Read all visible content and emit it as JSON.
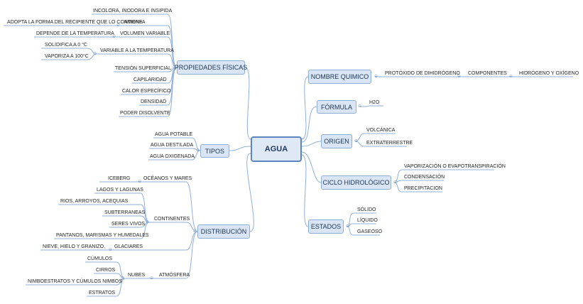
{
  "central": "AGUA",
  "propiedades": {
    "title": "PROPIEDADES FÍSICAS",
    "incolora": "INCOLORA, INODORA E INSIPIDA",
    "amorfa": "AMORFA",
    "amorfa_detalle": "ADOPTA LA FORMA DEL RECIPIENTE QUE LO CONTIENE",
    "volumen": "VOLUMEN VARIABLE",
    "volumen_detalle": "DEPENDE DE LA TEMPERATURA",
    "variable_temp": "VARIABLE A LA TEMPERATURA",
    "solidifica": "SOLIDIFICA A 0 °C",
    "vaporiza": "VAPORIZA A 100°C",
    "tension": "TENSIÓN SUPERFICIAL",
    "capilaridad": "CAPILARIDAD",
    "calor": "CALOR ESPECÍFICO",
    "densidad": "DENSIDAD",
    "poder": "PODER DISOLVENTE"
  },
  "tipos": {
    "title": "TIPOS",
    "items": [
      "AGUA POTABLE",
      "AGUA DESTILADA",
      "AGUA OXIGENADA"
    ]
  },
  "distribucion": {
    "title": "DISTRIBUCIÓN",
    "oceanos": "OCÉANOS Y MARES",
    "iceberg": "ICEBERG",
    "continentes": "CONTINENTES",
    "cont_items": [
      "LAGOS Y LAGUNAS",
      "RIOS, ARROYOS, ACEQUIAS",
      "SUBTERRANEAS",
      "SERES VIVOS",
      "PANTANOS, MARISMAS Y HUMEDALES"
    ],
    "glaciares": "GLACIARES",
    "glaciares_detalle": "NIEVE, HIELO Y GRANIZO,",
    "atmosfera": "ATMÓSFERA",
    "nubes": "NUBES",
    "nubes_items": [
      "CÚMULOS",
      "CIRROS",
      "NIMBOESTRATOS Y CÚMULOS NIMBOS",
      "ESTRATOS"
    ]
  },
  "nombre": {
    "title": "NOMBRE QUIMICO",
    "protoxido": "PROTÓXIDO DE DIHIDRÓGENO",
    "componentes": "COMPONENTES",
    "componentes_detalle": "HIDRÓGENO Y OXÍGENO"
  },
  "formula": {
    "title": "FÓRMULA",
    "valor": "H2O"
  },
  "origen": {
    "title": "ORIGEN",
    "items": [
      "VOLCÁNICA",
      "EXTRATERRESTRE"
    ]
  },
  "ciclo": {
    "title": "CICLO HIDROLÓGICO",
    "items": [
      "VAPORIZACIÓN O EVAPOTRANSPIRACIÓN",
      "CONDENSACIÓN",
      "PRECIPITACION"
    ]
  },
  "estados": {
    "title": "ESTADOS",
    "items": [
      "SÓLIDO",
      "LÍQUIDO",
      "GASEOSO"
    ]
  },
  "colors": {
    "line": "#8fb0d9",
    "topic_fill": "#d9e5f4",
    "central_border": "#5b85bd"
  }
}
